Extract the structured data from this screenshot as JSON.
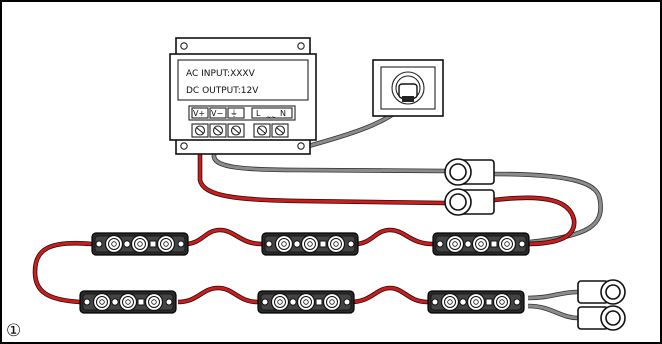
{
  "power_supply": {
    "input_label": "AC  INPUT:XXXV",
    "output_label": "DC  OUTPUT:12V",
    "terminals": [
      "V+",
      "V−",
      "⏚",
      "L",
      "N"
    ]
  },
  "figure_marker": "①",
  "led_module_count": 6,
  "colors": {
    "positive_wire": "#c81e1e",
    "negative_wire": "#8c8c8c"
  }
}
